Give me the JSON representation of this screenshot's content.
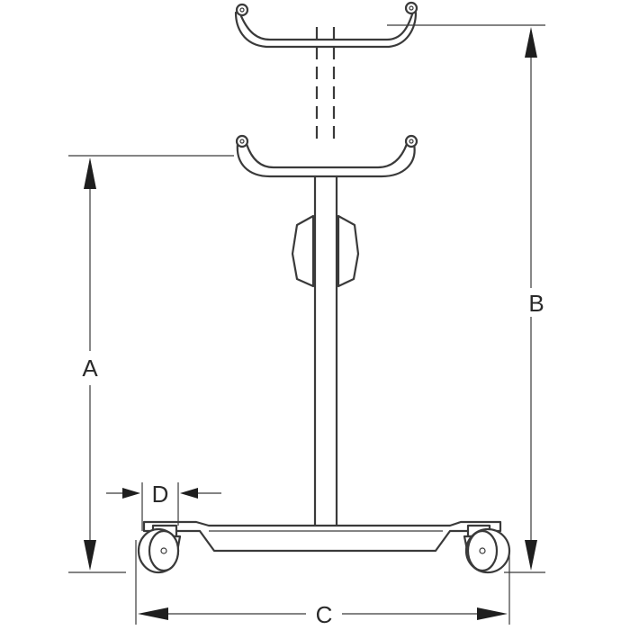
{
  "dimensions": {
    "a": "A",
    "b": "B",
    "c": "C",
    "d": "D"
  },
  "colors": {
    "line": "#3a3a3a",
    "arrow": "#1e1e1e",
    "background": "#ffffff"
  }
}
